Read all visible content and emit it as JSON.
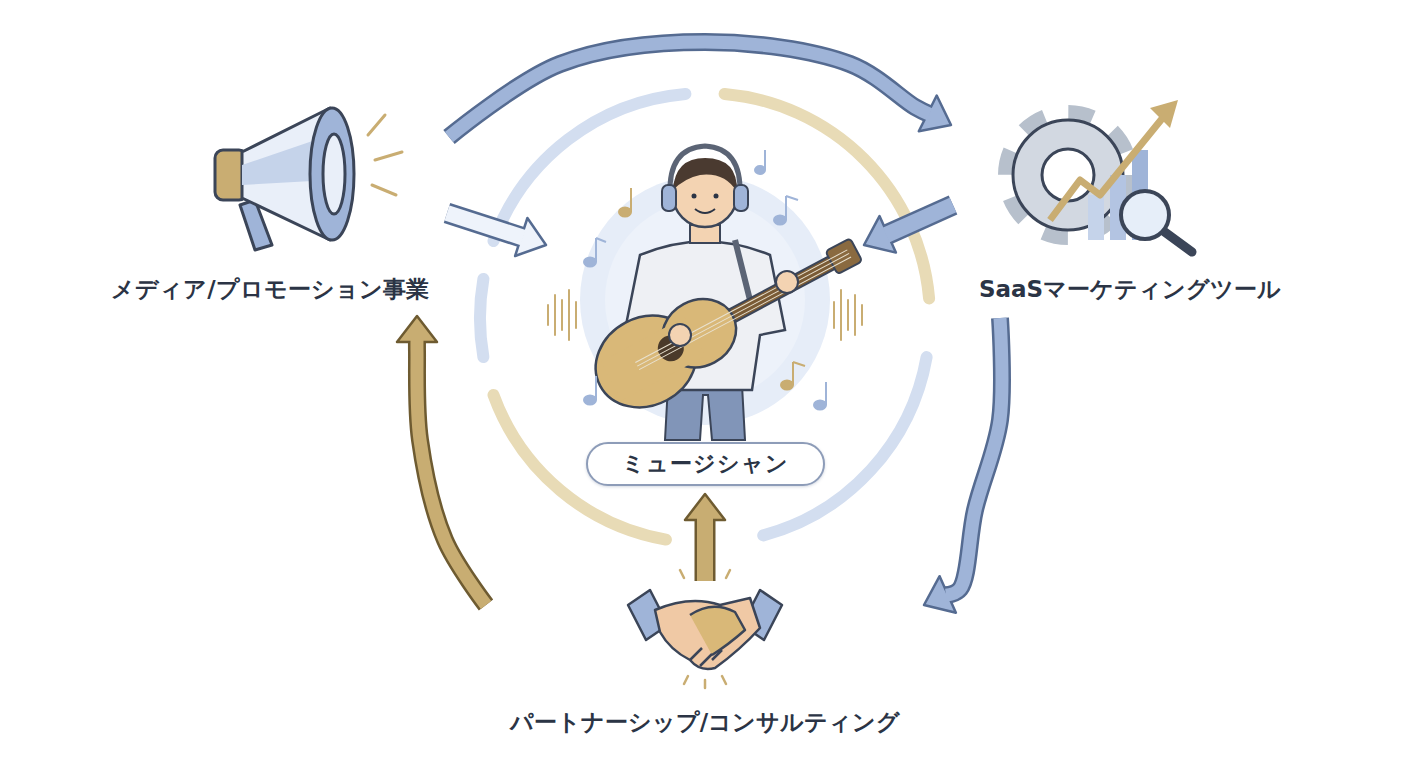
{
  "diagram": {
    "nodes": [
      {
        "text": [
          "メディア/プロモーション事業"
        ]
      },
      {
        "text": [
          "ミュージシャン"
        ]
      },
      {
        "text": [
          "SaaSマーケティングツール"
        ]
      },
      {
        "text": [
          "パートナーシップ/コンサルティング"
        ]
      }
    ],
    "edges": [
      {
        "from": 0,
        "to": 2,
        "arrow": "to"
      },
      {
        "from": 2,
        "to": 3,
        "arrow": "to"
      },
      {
        "from": 3,
        "to": 0,
        "arrow": "to"
      },
      {
        "from": 0,
        "to": 1,
        "arrow": "to"
      },
      {
        "from": 2,
        "to": 1,
        "arrow": "to"
      },
      {
        "from": 3,
        "to": 1,
        "arrow": "to"
      }
    ]
  }
}
